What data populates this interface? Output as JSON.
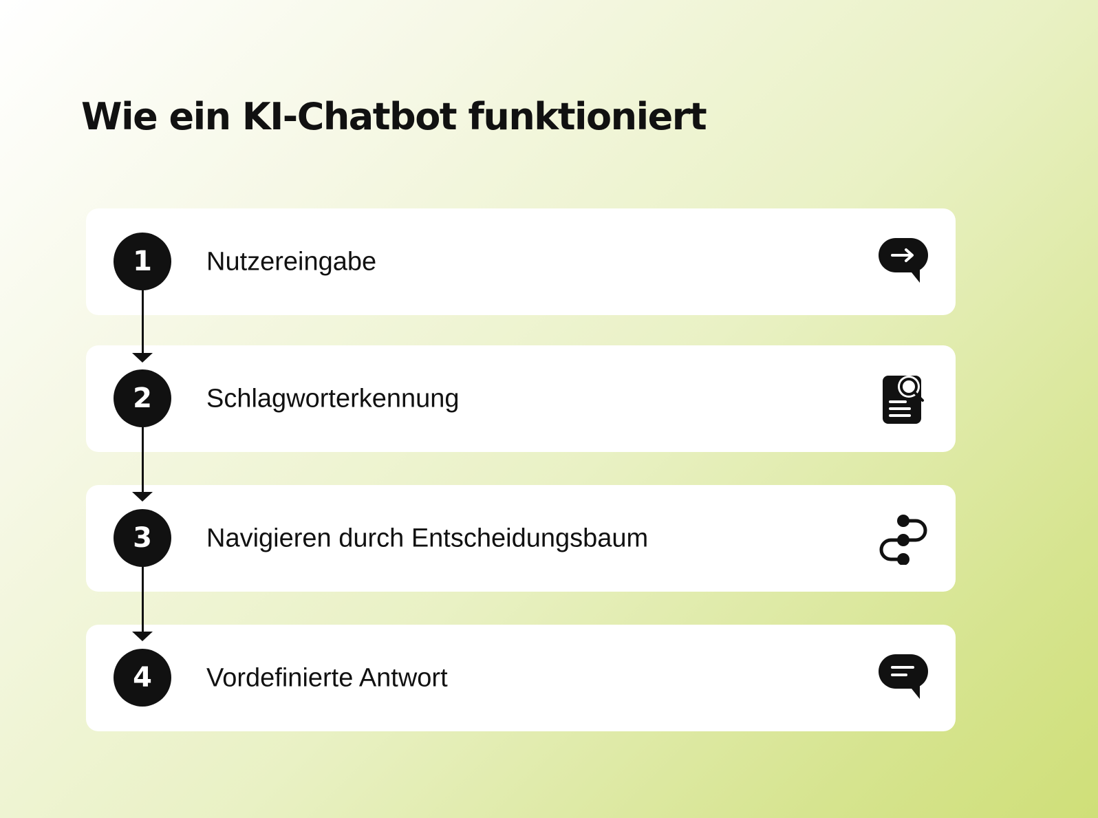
{
  "title": "Wie ein KI-Chatbot funktioniert",
  "steps": [
    {
      "number": "1",
      "label": "Nutzereingabe",
      "icon": "chat-arrow-icon"
    },
    {
      "number": "2",
      "label": "Schlagworterkennung",
      "icon": "document-search-icon"
    },
    {
      "number": "3",
      "label": "Navigieren durch Entscheidungsbaum",
      "icon": "decision-tree-icon"
    },
    {
      "number": "4",
      "label": "Vordefinierte Antwort",
      "icon": "chat-message-icon"
    }
  ],
  "colors": {
    "accent": "#111111",
    "card": "#ffffff",
    "gradient_start": "#ffffff",
    "gradient_end": "#cfdf78"
  }
}
